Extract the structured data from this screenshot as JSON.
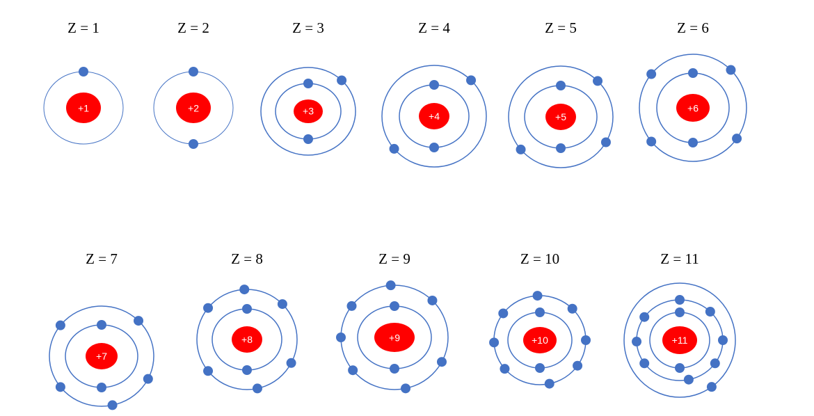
{
  "atoms": [
    {
      "label": "Z = 1",
      "charge": "+1",
      "shells": [
        1
      ]
    },
    {
      "label": "Z = 2",
      "charge": "+2",
      "shells": [
        2
      ]
    },
    {
      "label": "Z = 3",
      "charge": "+3",
      "shells": [
        2,
        1
      ]
    },
    {
      "label": "Z = 4",
      "charge": "+4",
      "shells": [
        2,
        2
      ]
    },
    {
      "label": "Z = 5",
      "charge": "+5",
      "shells": [
        2,
        3
      ]
    },
    {
      "label": "Z = 6",
      "charge": "+6",
      "shells": [
        2,
        4
      ]
    },
    {
      "label": "Z = 7",
      "charge": "+7",
      "shells": [
        2,
        5
      ]
    },
    {
      "label": "Z = 8",
      "charge": "+8",
      "shells": [
        2,
        6
      ]
    },
    {
      "label": "Z = 9",
      "charge": "+9",
      "shells": [
        2,
        7
      ]
    },
    {
      "label": "Z = 10",
      "charge": "+10",
      "shells": [
        2,
        8
      ]
    },
    {
      "label": "Z = 11",
      "charge": "+11",
      "shells": [
        2,
        8,
        1
      ]
    }
  ],
  "colors": {
    "nucleus": "#FF0000",
    "electron": "#4472C4",
    "orbit": "#4472C4",
    "nucleus_text": "#FFFFFF"
  }
}
